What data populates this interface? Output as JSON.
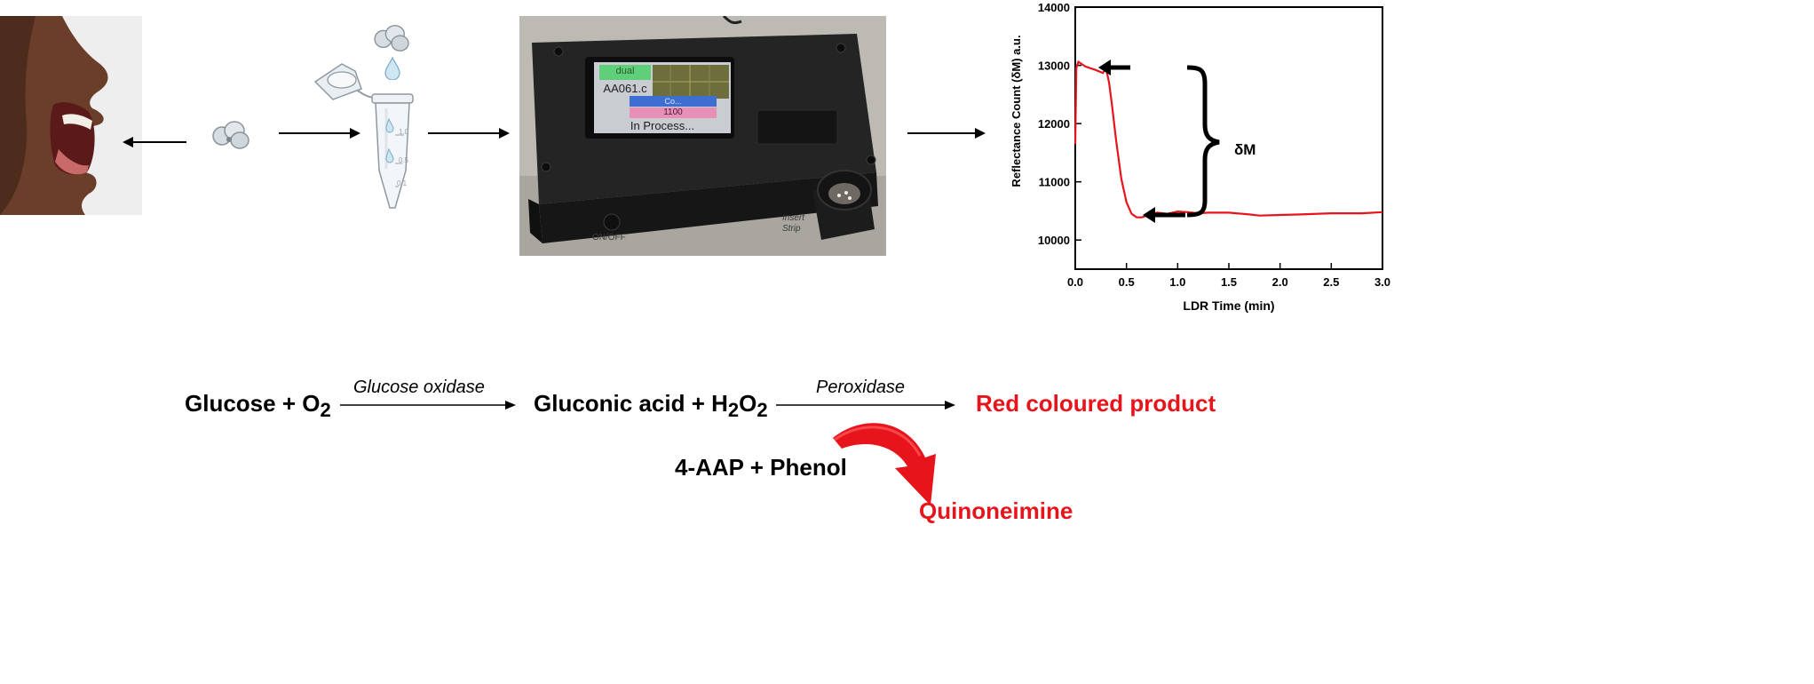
{
  "device": {
    "screen_title": "dual",
    "file_name": "AA061.c",
    "screen_label": "Co...",
    "count_value": "1100",
    "status": "In Process...",
    "button_label": "ON/OFF",
    "slot_label_line1": "Insert",
    "slot_label_line2": "Strip"
  },
  "tube": {
    "graduation_top": "1.0",
    "graduation_mid": "0.5",
    "graduation_low": "0.1"
  },
  "chart_data": {
    "type": "line",
    "title": "",
    "xlabel": "LDR Time (min)",
    "ylabel": "Reflectance Count (δM) a.u.",
    "xlim": [
      0,
      3.0
    ],
    "ylim": [
      9500,
      14000
    ],
    "x_ticks": [
      "0.0",
      "0.5",
      "1.0",
      "1.5",
      "2.0",
      "2.5",
      "3.0"
    ],
    "y_ticks": [
      "10000",
      "11000",
      "12000",
      "13000",
      "14000"
    ],
    "annotation": "δM",
    "grid": false,
    "series": [
      {
        "color": "#e8141b",
        "x": [
          0.0,
          0.01,
          0.03,
          0.1,
          0.2,
          0.27,
          0.3,
          0.33,
          0.36,
          0.4,
          0.45,
          0.5,
          0.55,
          0.6,
          0.65,
          0.7,
          0.8,
          0.9,
          1.0,
          1.1,
          1.2,
          1.3,
          1.5,
          1.7,
          1.8,
          2.0,
          2.2,
          2.5,
          2.8,
          3.0
        ],
        "y": [
          11650,
          12950,
          13060,
          12980,
          12920,
          12870,
          12950,
          12700,
          12300,
          11700,
          11050,
          10650,
          10450,
          10390,
          10390,
          10420,
          10470,
          10450,
          10490,
          10480,
          10460,
          10470,
          10470,
          10440,
          10420,
          10430,
          10440,
          10460,
          10460,
          10480
        ]
      }
    ]
  },
  "reaction": {
    "reactant": "Glucose + O",
    "reactant_sub": "2",
    "enzyme1": "Glucose oxidase",
    "intermediate": "Gluconic acid + H",
    "intermediate_sub1": "2",
    "intermediate_mid": "O",
    "intermediate_sub2": "2",
    "enzyme2": "Peroxidase",
    "product": "Red coloured product",
    "cosubstrate": "4-AAP + Phenol",
    "byproduct": "Quinoneimine"
  },
  "colors": {
    "accent_red": "#e8141b",
    "arrow": "#000000",
    "device_body": "#1c1c1c"
  }
}
